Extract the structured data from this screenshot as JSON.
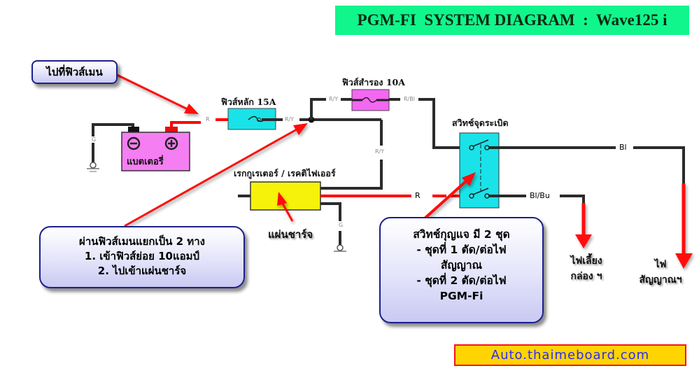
{
  "title": "PGM-FI  SYSTEM DIAGRAM  :  Wave125 i",
  "colors": {
    "title_bg": "#10f68c",
    "battery": "#f47ef2",
    "main_fuse": "#19e3e8",
    "sub_fuse": "#f467f2",
    "regulator": "#f7f20a",
    "ignition_switch": "#19e3e8",
    "wire_dark": "#2b2b2b",
    "wire_red": "#ff0000",
    "arrow_red": "#ff0a0a",
    "footer_bg": "#ffd400",
    "footer_border": "#ff1010",
    "footer_text": "#2a2aff"
  },
  "components": {
    "battery": {
      "label": "แบตเตอรี่",
      "neg_symbol": "−",
      "pos_symbol": "+"
    },
    "main_fuse": {
      "label": "ฟิวส์หลัก 15A"
    },
    "sub_fuse": {
      "label": "ฟิวส์สำรอง 10A"
    },
    "ignition_switch": {
      "label": "สวิทช์จุดระเบิด"
    },
    "regulator": {
      "label": "เรกกูเรเตอร์ / เรคติไฟเออร์"
    }
  },
  "wire_labels": {
    "battery_ground": "G",
    "battery_to_fuse": "R",
    "fuse_out": "R/Y",
    "to_sub_fuse": "R/Y",
    "sub_fuse_out": "R/Bl",
    "to_regulator": "R/Y",
    "regulator_ground": "G",
    "regulator_out": "R",
    "switch_top_out": "Bl",
    "switch_bottom_out": "Bl/Bu"
  },
  "annotations": {
    "to_main_fuse": "ไปที่ฟิวส์เมน",
    "split_note": {
      "lines": [
        "ผ่านฟิวส์เมนแยกเป็น 2 ทาง",
        "1. เข้าฟิวส์ย่อย 10แอมป์",
        "2. ไปเข้าแผ่นชาร์จ"
      ]
    },
    "charge_plate": "แผ่นชาร์จ",
    "key_switch_note": {
      "lines": [
        "สวิทช์กุญแจ มี 2 ชุด",
        "- ชุดที่ 1 ตัด/ต่อไฟ",
        "สัญญาณ",
        "- ชุดที่ 2 ตัด/ต่อไฟ",
        "PGM-Fi"
      ]
    },
    "box_light": {
      "lines": [
        "ไฟเลี้ยง",
        "กล่อง ฯ"
      ]
    },
    "signal_power": {
      "lines": [
        "ไฟ",
        "สัญญาณฯ"
      ]
    }
  },
  "footer": {
    "text": "Auto.thaimeboard.com"
  }
}
